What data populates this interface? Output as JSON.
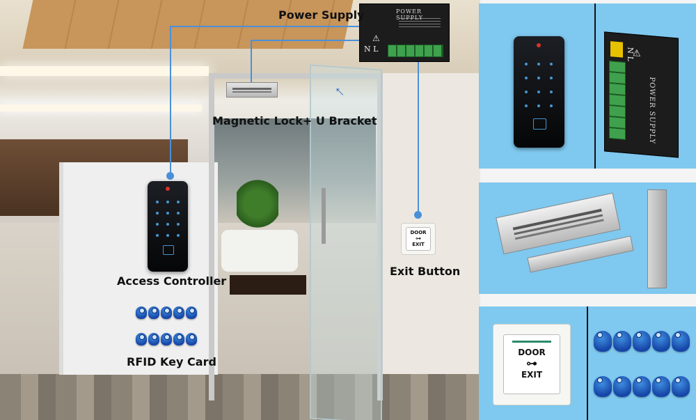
{
  "labels": {
    "power_supply": "Power Supply",
    "magnetic_lock": "Magnetic Lock+ U Bracket",
    "access_controller": "Access Controller",
    "exit_button": "Exit Button",
    "rfid_key_card": "RFID Key Card"
  },
  "device_text": {
    "psu_title": "POWER SUPPLY",
    "psu_terminal_left": "N L",
    "exit_door": "DOOR",
    "exit_exit": "EXIT"
  },
  "colors": {
    "wire": "#4a90d9",
    "panel_bg": "#7fc8ef",
    "card_blue": "#1f5fc0"
  }
}
